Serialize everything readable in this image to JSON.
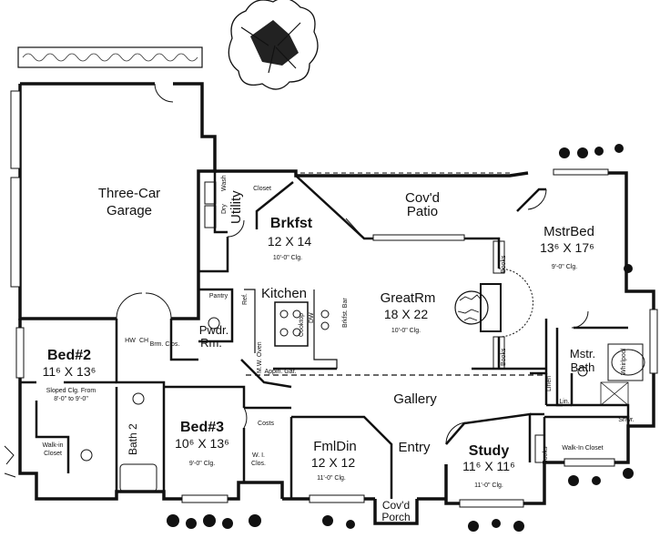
{
  "rooms": {
    "garage": {
      "name1": "Three-Car",
      "name2": "Garage"
    },
    "utility": {
      "name": "Utility"
    },
    "closet_utility": {
      "name": "Closet"
    },
    "brkfst": {
      "name": "Brkfst",
      "size": "12 X 14",
      "clg": "10'-0\" Clg."
    },
    "patio": {
      "name1": "Cov'd",
      "name2": "Patio"
    },
    "mstrbed": {
      "name": "MstrBed",
      "size": "13⁶ X 17⁶",
      "clg": "9'-0\" Clg."
    },
    "kitchen": {
      "name": "Kitchen"
    },
    "greatrm": {
      "name": "GreatRm",
      "size": "18 X 22",
      "clg": "10'-0\" Clg."
    },
    "bed2": {
      "name": "Bed#2",
      "size": "11⁶ X 13⁶",
      "clg1": "Sloped Clg. From",
      "clg2": "8'-0\" to 9'-0\""
    },
    "pwdr": {
      "name1": "Pwdr.",
      "name2": "Rm."
    },
    "mstrbath": {
      "name1": "Mstr.",
      "name2": "Bath"
    },
    "gallery": {
      "name": "Gallery"
    },
    "bed3": {
      "name": "Bed#3",
      "size": "10⁶ X 13⁶",
      "clg": "9'-0\" Clg."
    },
    "fmldin": {
      "name": "FmlDin",
      "size": "12 X 12",
      "clg": "11'-0\" Clg."
    },
    "entry": {
      "name": "Entry"
    },
    "study": {
      "name": "Study",
      "size": "11⁶ X 11⁶",
      "clg": "11'-0\" Clg."
    },
    "bath2": {
      "name": "Bath 2"
    },
    "walkin_left": {
      "name1": "Walk-in",
      "name2": "Closet"
    },
    "walkin_master": {
      "name": "Walk-In Closet"
    },
    "porch": {
      "name1": "Cov'd",
      "name2": "Porch"
    },
    "wiclos": {
      "name1": "W. I.",
      "name2": "Clos."
    },
    "costs": {
      "name": "Costs"
    }
  },
  "fixtures": {
    "wash": "Wash",
    "dry": "Dry",
    "pantry": "Pantry",
    "ref": "Ref.",
    "dw": "DW",
    "brkfst_bar": "Brkfst. Bar",
    "cooktop": "Cooktop",
    "books": "Books",
    "appl_gar": "Appln. Gar.",
    "mw_oven": "M.W. Oven",
    "hw": "HW",
    "ch": "CH",
    "brm_clos": "Brm. Clos.",
    "lin": "Lin.",
    "lin2": "Linen",
    "shwr": "Shwr.",
    "whirlpool": "Whirlpool"
  },
  "icons": {
    "tree": "tree-icon",
    "shrub": "shrub-icon"
  }
}
